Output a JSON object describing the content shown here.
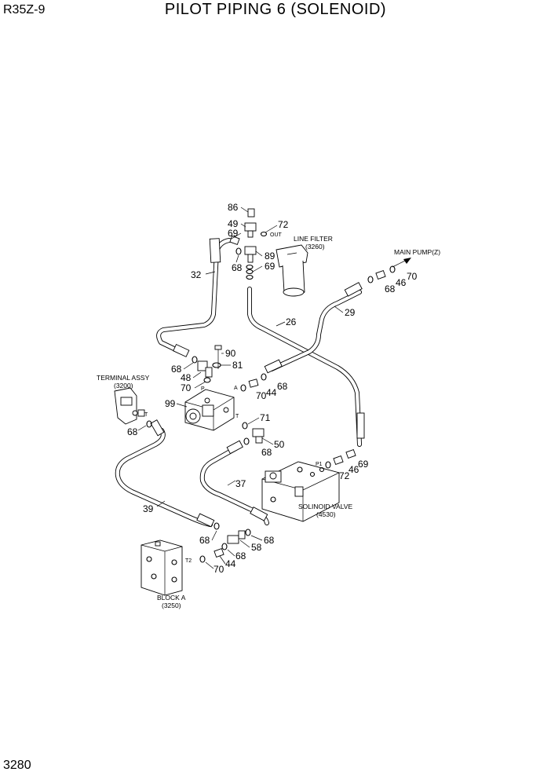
{
  "header": {
    "model": "R35Z-9",
    "title": "PILOT PIPING 6 (SOLENOID)"
  },
  "footer": {
    "page_number": "3280"
  },
  "assemblies": {
    "line_filter": {
      "name": "LINE FILTER",
      "code": "(3260)"
    },
    "terminal_assy": {
      "name": "TERMINAL ASSY",
      "code": "(3200)"
    },
    "solenoid_valve": {
      "name": "SOLINOID VALVE",
      "code": "(4530)"
    },
    "block_a": {
      "name": "BLOCK A",
      "code": "(3250)"
    },
    "main_pump": {
      "name": "MAIN PUMP(Z)"
    }
  },
  "ports": {
    "out": "OUT",
    "p": "P",
    "a": "A",
    "t": "T",
    "t_terminal": "T",
    "p1": "P1",
    "t2": "T2"
  },
  "callouts": {
    "c86": "86",
    "c49": "49",
    "c72a": "72",
    "c69a": "69",
    "c89": "89",
    "c68a": "68",
    "c69b": "69",
    "c32": "32",
    "c26": "26",
    "c29": "29",
    "c70a": "70",
    "c46a": "46",
    "c68b": "68",
    "c90": "90",
    "c81": "81",
    "c68c": "68",
    "c48": "48",
    "c70b": "70",
    "c44a": "44",
    "c68d": "68",
    "c99": "99",
    "c71": "71",
    "c50": "50",
    "c68e": "68",
    "c68f": "68",
    "c72b": "72",
    "c46b": "46",
    "c69c": "69",
    "c37": "37",
    "c39": "39",
    "c68g": "68",
    "c58": "58",
    "c68h": "68",
    "c68i": "68",
    "c44b": "44",
    "c70c": "70"
  }
}
